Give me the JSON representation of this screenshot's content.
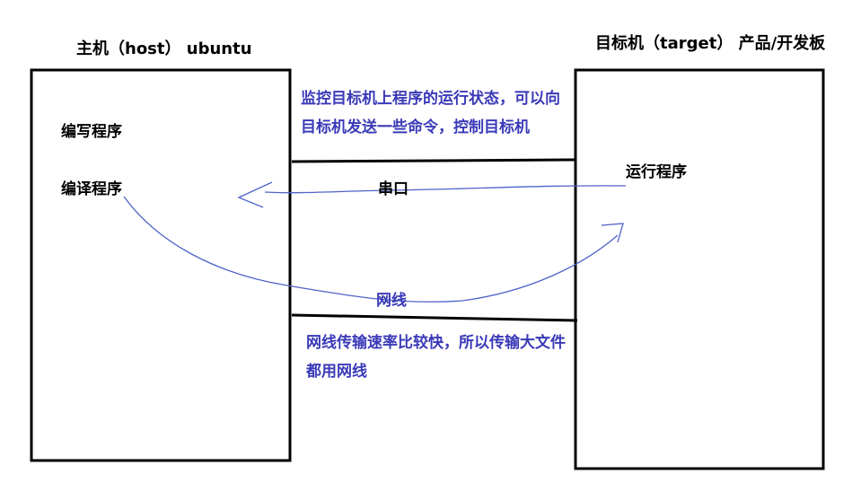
{
  "host": {
    "title": "主机（host） ubuntu",
    "items": [
      "编写程序",
      "编译程序"
    ]
  },
  "target": {
    "title": "目标机（target） 产品/开发板",
    "items": [
      "运行程序"
    ]
  },
  "links": {
    "serial_label": "串口",
    "serial_note_line1": "监控目标机上程序的运行状态，可以向",
    "serial_note_line2": "目标机发送一些命令，控制目标机",
    "network_label": "网线",
    "network_note_line1": "网线传输速率比较快，所以传输大文件",
    "network_note_line2": "都用网线"
  },
  "colors": {
    "ink": "#000000",
    "annotation": "#3a3ab8",
    "arrow": "#4f63c8"
  }
}
